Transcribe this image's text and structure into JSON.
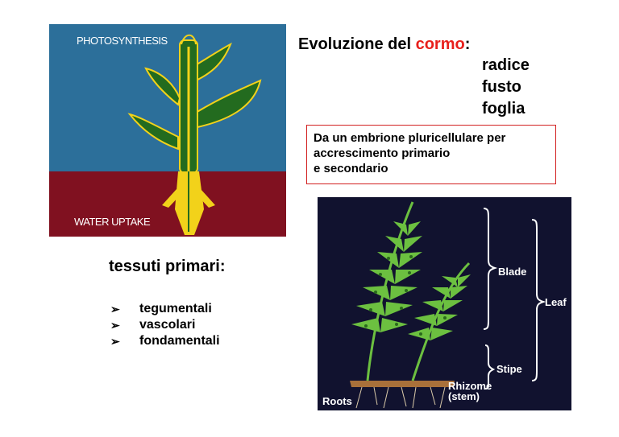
{
  "figure_left": {
    "label_top": "PHOTOSYNTHESIS",
    "label_bottom": "WATER UPTAKE",
    "colors": {
      "sky": "#2c6f9a",
      "soil": "#801120",
      "shoot": "#236b1f",
      "root": "#f2d21a"
    }
  },
  "title": {
    "prefix": "Evoluzione del ",
    "accent": "cormo",
    "suffix": ":"
  },
  "organs": [
    "radice",
    "fusto",
    "foglia"
  ],
  "info_box": {
    "lines": [
      "Da un embrione pluricellulare per",
      "accrescimento primario",
      "e secondario"
    ]
  },
  "tissues": {
    "heading": "tessuti primari:",
    "bullet_icon": "arrow-bullet-icon",
    "items": [
      "tegumentali",
      "vascolari",
      "fondamentali"
    ]
  },
  "figure_right": {
    "labels": {
      "blade": "Blade",
      "leaf": "Leaf",
      "stipe": "Stipe",
      "rhizome_line1": "Rhizome",
      "rhizome_line2": "(stem)",
      "roots": "Roots"
    },
    "colors": {
      "background": "#11122f",
      "frond": "#6cc040",
      "sori": "#2a6a1c"
    }
  }
}
